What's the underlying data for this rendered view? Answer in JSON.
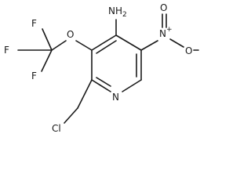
{
  "molecule": {
    "atoms": {
      "amino": "NH",
      "amino_subscript": "2",
      "nitro_n": "N",
      "nitro_n_charge": "+",
      "nitro_o_upper": "O",
      "nitro_o_lower": "O",
      "nitro_o_lower_charge": "−",
      "ether_o": "O",
      "fluorine_top": "F",
      "fluorine_left": "F",
      "fluorine_bottom": "F",
      "ring_n": "N",
      "chlorine": "Cl"
    }
  }
}
